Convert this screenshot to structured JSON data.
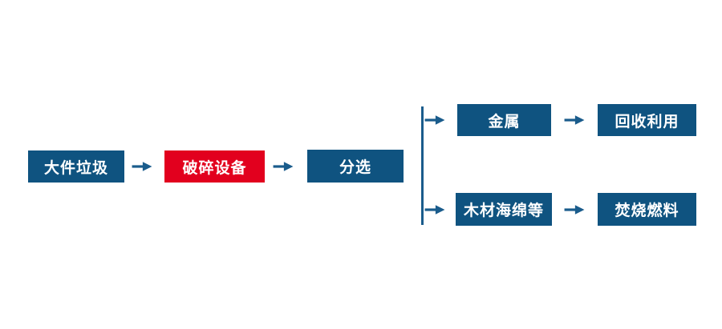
{
  "diagram": {
    "title": "bulky-waste-processing-flowchart",
    "nodes": {
      "bulky": {
        "label": "大件垃圾"
      },
      "crusher": {
        "label": "破碎设备"
      },
      "sorting": {
        "label": "分选"
      },
      "metal": {
        "label": "金属"
      },
      "recycle": {
        "label": "回收利用"
      },
      "wood": {
        "label": "木材海绵等"
      },
      "fuel": {
        "label": "焚烧燃料"
      }
    },
    "edges": [
      {
        "from": "bulky",
        "to": "crusher"
      },
      {
        "from": "crusher",
        "to": "sorting"
      },
      {
        "from": "sorting",
        "to": "metal"
      },
      {
        "from": "sorting",
        "to": "wood"
      },
      {
        "from": "metal",
        "to": "recycle"
      },
      {
        "from": "wood",
        "to": "fuel"
      }
    ],
    "colors": {
      "primary": "#0f5380",
      "accent": "#e2001e",
      "arrow": "#1a5c8c",
      "bg": "#ffffff"
    }
  }
}
